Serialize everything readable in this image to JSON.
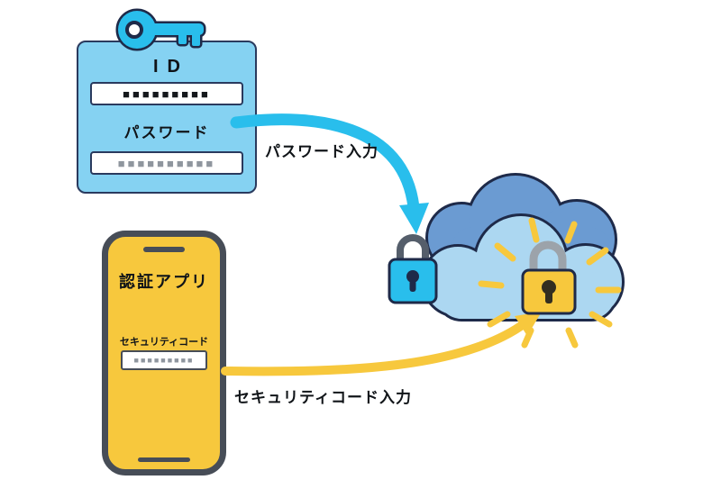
{
  "diagram": {
    "card": {
      "id_label": "ID",
      "id_masked_value": "■■■■■■■■■",
      "password_label": "パスワード",
      "password_masked_value": "■■■■■■■■■■"
    },
    "flows": {
      "password_flow_label": "パスワード入力",
      "security_code_flow_label": "セキュリティコード入力"
    },
    "phone": {
      "app_title": "認証アプリ",
      "security_code_label": "セキュリティコード",
      "security_code_masked_value": "■■■■■■■■■"
    },
    "colors": {
      "card_blue": "#85D2F2",
      "key_cyan": "#29BEEC",
      "arrow_cyan": "#29BEEC",
      "cloud_back_blue": "#6B9BD2",
      "cloud_front_blue": "#ACD7F1",
      "lock_cyan": "#29BEEC",
      "lock_yellow": "#F7C83D",
      "arrow_yellow": "#F7C83D",
      "phone_yellow": "#F7C83D",
      "outline_navy": "#1E2A49"
    }
  }
}
